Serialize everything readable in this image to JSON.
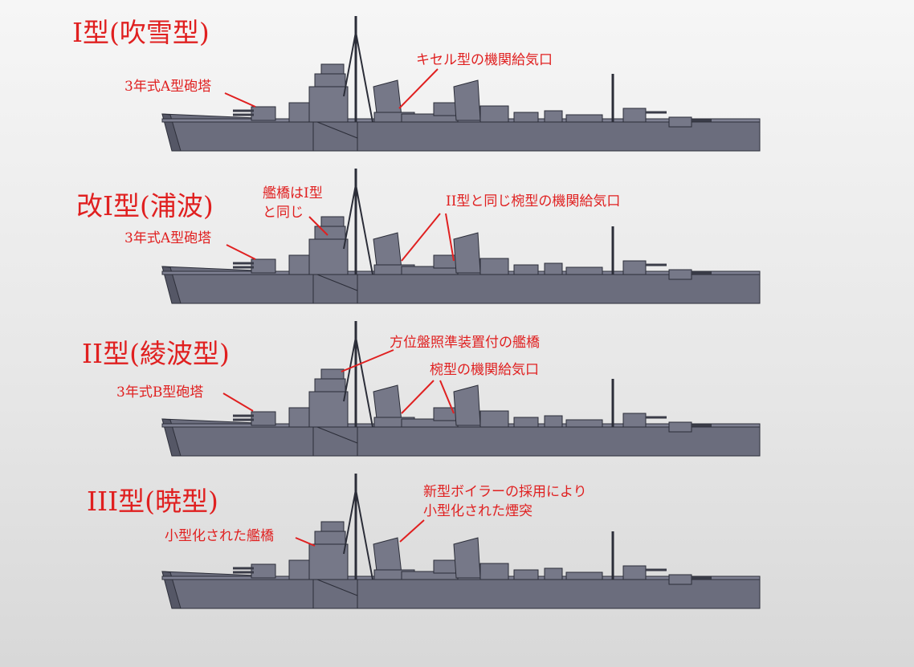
{
  "ships": [
    {
      "title": "I型(吹雪型)",
      "turret_note": "3年式A型砲塔",
      "notes": [
        "キセル型の機関給気口"
      ]
    },
    {
      "title": "改I型(浦波)",
      "turret_note": "3年式A型砲塔",
      "notes": [
        "艦橋はI型",
        "と同じ",
        "II型と同じ椀型の機関給気口"
      ]
    },
    {
      "title": "II型(綾波型)",
      "turret_note": "3年式B型砲塔",
      "notes": [
        "方位盤照準装置付の艦橋",
        "椀型の機関給気口"
      ]
    },
    {
      "title": "III型(暁型)",
      "turret_note": "小型化された艦橋",
      "notes": [
        "新型ボイラーの採用により",
        "小型化された煙突"
      ]
    }
  ],
  "colors": {
    "annotation": "#e02020",
    "hull": "#6b6d7d"
  }
}
